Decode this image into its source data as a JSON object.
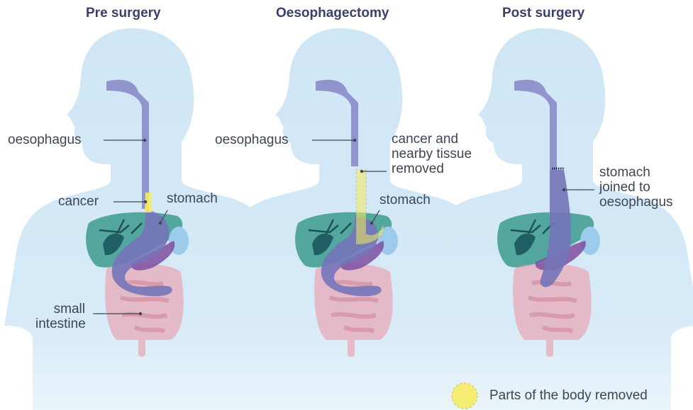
{
  "panels": [
    {
      "title": "Pre surgery"
    },
    {
      "title": "Oesophagectomy"
    },
    {
      "title": "Post surgery"
    }
  ],
  "labels": {
    "pre_oesophagus": "oesophagus",
    "pre_cancer": "cancer",
    "pre_stomach": "stomach",
    "pre_small_intestine": "small\nintestine",
    "mid_oesophagus": "oesophagus",
    "mid_cancer_removed": "cancer and\nnearby tissue\nremoved",
    "mid_stomach": "stomach",
    "post_stomach_joined": "stomach\njoined to\noesophagus"
  },
  "legend": {
    "removed_label": "Parts of the body removed"
  },
  "colors": {
    "body": "#cfe6f5",
    "oesophagus": "#8e8fca",
    "stomach": "#7474b8",
    "liver": "#3c9b8e",
    "intestine": "#e8a9b8",
    "cancer_highlight": "#f7ec5c",
    "title_text": "#3a3f6b",
    "label_text": "#3e4555"
  }
}
